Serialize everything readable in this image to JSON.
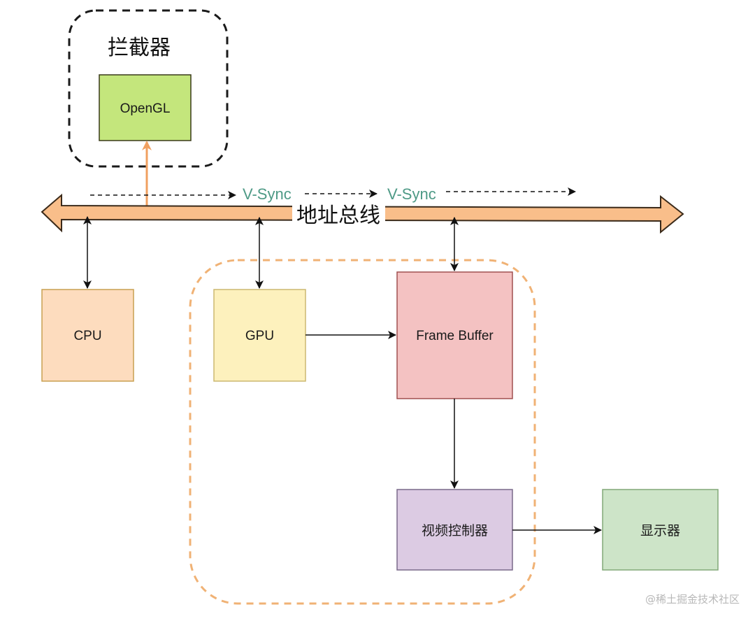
{
  "diagram": {
    "interceptor_group": {
      "title": "拦截器",
      "border_color": "#1a1a1a"
    },
    "bus": {
      "label": "地址总线",
      "fill_color": "#f9be8a",
      "stroke_color": "#3a2a1a",
      "direction": "bidirectional"
    },
    "vsync_labels": [
      "V-Sync",
      "V-Sync"
    ],
    "vsync_color": "#4e9a86",
    "gpu_region": {
      "border_color": "#eeaa66",
      "style": "dashed"
    },
    "nodes": {
      "opengl": {
        "label": "OpenGL",
        "fill": "#c4e67c",
        "stroke": "#3a3a1a"
      },
      "cpu": {
        "label": "CPU",
        "fill": "#fddcbe",
        "stroke": "#c8a050"
      },
      "gpu": {
        "label": "GPU",
        "fill": "#fdf1bd",
        "stroke": "#cbb870"
      },
      "frame_buffer": {
        "label": "Frame Buffer",
        "fill": "#f4c2c2",
        "stroke": "#a05050"
      },
      "video_controller": {
        "label": "视频控制器",
        "fill": "#dccbe3",
        "stroke": "#7a6a8a"
      },
      "display": {
        "label": "显示器",
        "fill": "#cde4c8",
        "stroke": "#82a878"
      }
    },
    "edges": [
      {
        "from": "bus",
        "to": "opengl",
        "type": "arrow",
        "color": "#f0a060"
      },
      {
        "from": "bus",
        "to": "cpu",
        "type": "bidirectional"
      },
      {
        "from": "bus",
        "to": "gpu",
        "type": "bidirectional"
      },
      {
        "from": "bus",
        "to": "frame_buffer",
        "type": "bidirectional"
      },
      {
        "from": "gpu",
        "to": "frame_buffer",
        "type": "arrow"
      },
      {
        "from": "frame_buffer",
        "to": "video_controller",
        "type": "arrow"
      },
      {
        "from": "video_controller",
        "to": "display",
        "type": "arrow"
      }
    ],
    "watermark": "@稀土掘金技术社区"
  }
}
